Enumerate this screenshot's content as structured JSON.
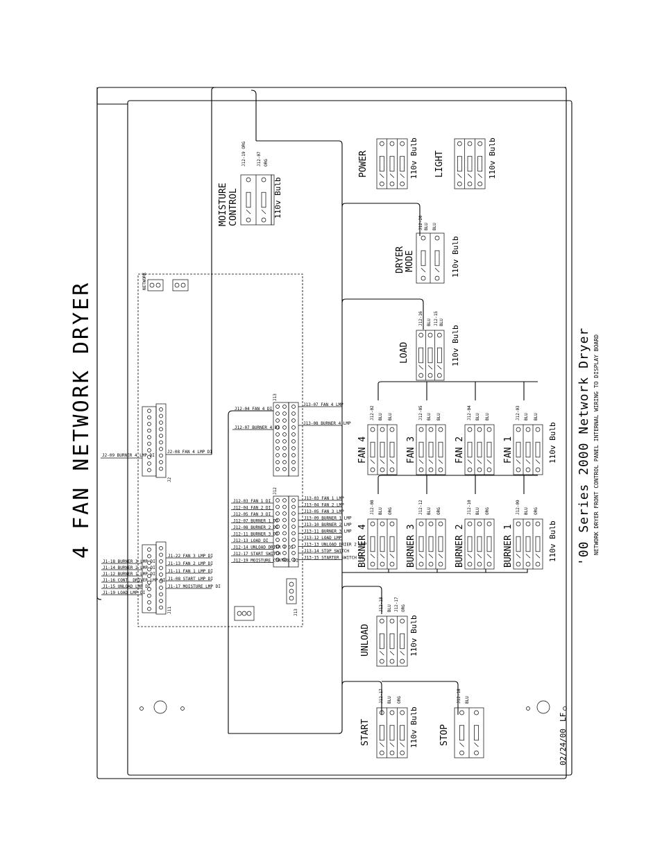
{
  "title": "4 FAN NETWORK DRYER",
  "series_title": "'00 Series 2000 Network Dryer",
  "subtitle": "NETWORK DRYER FRONT CONTROL PANEL INTERNAL WIRING TO DISPLAY BOARD",
  "date": "02/24/00",
  "initials": "LF",
  "bulb_label": "110v Bulb",
  "moisture": {
    "line1": "MOISTURE",
    "line2": "CONTROL",
    "wire_top": "J12-19 ORG",
    "wire_mid": "J12-07",
    "wire_color": "ORG"
  },
  "power_label": "POWER",
  "light_label": "LIGHT",
  "dryer_mode": {
    "line1": "DRYER",
    "line2": "MODE",
    "wire": "J12-20",
    "c1": "BLU",
    "c2": "BLU"
  },
  "load": {
    "label": "LOAD",
    "wire1": "J12-16",
    "wire2": "J12-15",
    "c1": "BLU",
    "c2": "BLU"
  },
  "unload": {
    "label": "UNLOAD",
    "wire1": "J12-18",
    "wire2": "J12-17",
    "c1": "BLU",
    "c2": "ORG"
  },
  "start": {
    "label": "START",
    "wire": "J12-17",
    "c1": "BLU",
    "c2": "ORG"
  },
  "stop": {
    "label": "STOP",
    "wire": "J12-18",
    "c1": "BLU"
  },
  "fans": [
    {
      "label": "FAN 4",
      "wire": "J12-02",
      "c1": "BLU",
      "c2": "BLU"
    },
    {
      "label": "FAN 3",
      "wire": "J12-05",
      "c1": "BLU",
      "c2": "BLU"
    },
    {
      "label": "FAN 2",
      "wire": "J12-04",
      "c1": "BLU",
      "c2": "BLU"
    },
    {
      "label": "FAN 1",
      "wire": "J12-03",
      "c1": "BLU",
      "c2": "BLU"
    }
  ],
  "burners": [
    {
      "label": "BURNER 4",
      "wire": "J12-08",
      "c1": "BLU",
      "c2": "ORG"
    },
    {
      "label": "BURNER 3",
      "wire": "J12-12",
      "c1": "BLU",
      "c2": "ORG"
    },
    {
      "label": "BURNER 2",
      "wire": "J12-10",
      "c1": "BLU",
      "c2": "ORG"
    },
    {
      "label": "BURNER 1",
      "wire": "J12-09",
      "c1": "BLU",
      "c2": "ORG"
    }
  ],
  "connectors": {
    "j13": "J13",
    "j12": "J12",
    "j2": "J2",
    "j11": "J11",
    "j3": "J13",
    "network": "NETWORK"
  },
  "j13_labels": [
    {
      "left": "J12-04 FAN 4 DI",
      "right": "J13-07 FAN 4 LMP"
    },
    {
      "left": "J12-07 BURNER 4 DI",
      "right": "J13-08 BURNER 4 LMP"
    }
  ],
  "j12_left": [
    "J12-03 FAN 1 DI",
    "J12-04 FAN 2 DI",
    "J12-05 FAN 3 DI",
    "J12-07 BURNER 1 DI",
    "J12-08 BURNER 2 DI",
    "J12-11 BURNER 3 DI",
    "J12-13 LOAD DI",
    "J12-14 UNLOAD DRIER 2 DI",
    "J12-17 START SWITCH",
    "J12-19 MOISTURE CONTROL DI"
  ],
  "j12_right": [
    "J13-03 FAN 1 LMP",
    "J13-04 FAN 2 LMP",
    "J13-05 FAN 3 LMP",
    "J13-09 BURNER 1 LMP",
    "J13-10 BURNER 2 LMP",
    "J13-11 BURNER 3 LMP",
    "J13-12 LOAD LMP",
    "J13-13 UNLOAD DRIER 2 LMP",
    "J13-14 STOP SWITCH",
    "J13-15 STARTER SWITCH DI"
  ],
  "j2_labels": {
    "left": "J2-09 BURNER 4 LMP DI",
    "right": "J2-08 FAN 4 LMP DI"
  },
  "j11_left": [
    "J1-18 BURNER 3 LMP DI",
    "J1-14 BURNER 2 LMP DI",
    "J1-12 BURNER 1 LMP DI",
    "J1-16 CONT. DRIVER LMP DI",
    "J1-15 UNLOAD LMP DI",
    "J1-19 LOAD LMP DI"
  ],
  "j11_right": [
    "J1-22 FAN 3 LMP DI",
    "J1-13 FAN 2 LMP DI",
    "J1-11 FAN 1 LMP DI",
    "J1-08 START LMP DI",
    "J1-17 MOISTURE LMP DI"
  ]
}
